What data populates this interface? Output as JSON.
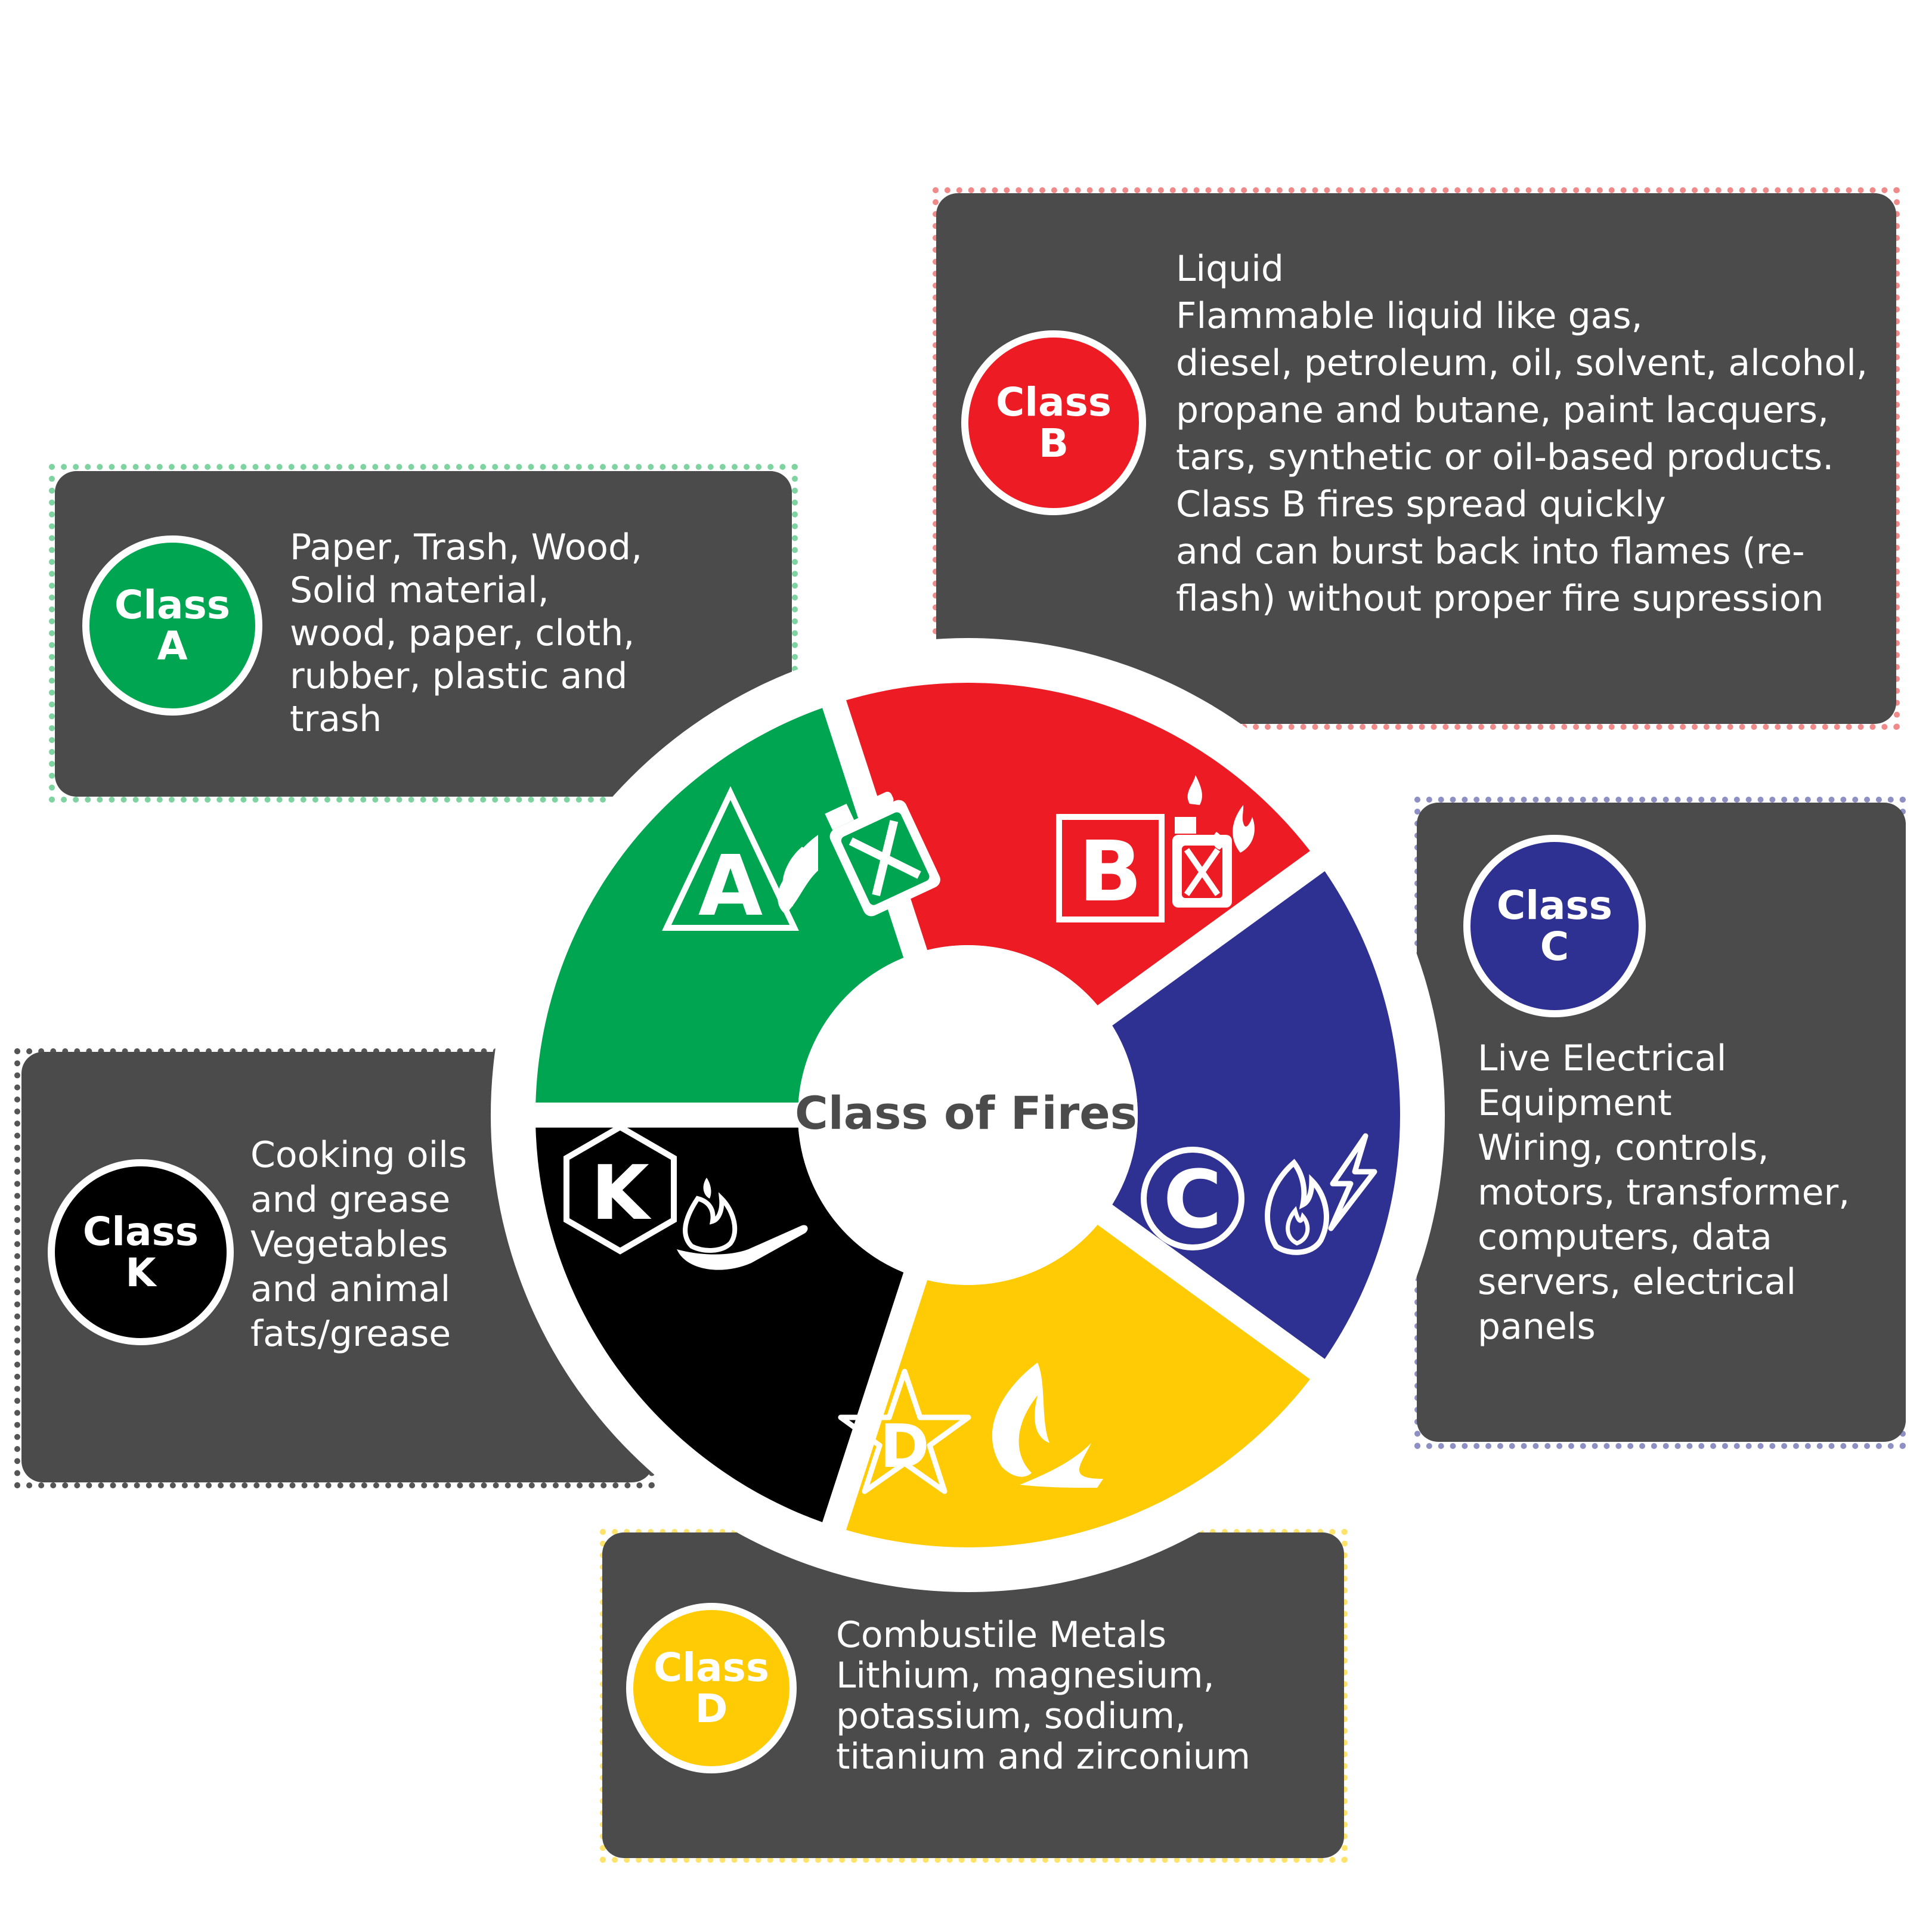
{
  "title": "Class of Fires",
  "colors": {
    "class_a": "#00a551",
    "class_b": "#ed1c24",
    "class_c": "#2e3192",
    "class_d": "#ffcb05",
    "class_k": "#000000",
    "panel": "#4b4b4b",
    "title_text": "#4b4b4b"
  },
  "classes": [
    {
      "id": "A",
      "badge_word": "Class",
      "badge_letter": "A",
      "segment_letter": "A",
      "symbol": "triangle",
      "icon": "burning-fuel-can-icon",
      "description": "Paper, Trash, Wood,\nSolid material,\nwood, paper, cloth,\nrubber, plastic and\ntrash"
    },
    {
      "id": "B",
      "badge_word": "Class",
      "badge_letter": "B",
      "segment_letter": "B",
      "symbol": "square",
      "icon": "fuel-can-flame-icon",
      "description": "Liquid\nFlammable liquid like gas,\ndiesel, petroleum, oil, solvent, alcohol,\npropane and butane, paint lacquers,\ntars, synthetic or oil-based products.\nClass B fires spread quickly\nand can burst back into flames (re-\nflash) without proper fire supression"
    },
    {
      "id": "C",
      "badge_word": "Class",
      "badge_letter": "C",
      "segment_letter": "C",
      "symbol": "circle",
      "icon": "electric-flame-icon",
      "description": "Live Electrical\nEquipment\nWiring, controls,\nmotors, transformer,\ncomputers, data\nservers, electrical\npanels"
    },
    {
      "id": "D",
      "badge_word": "Class",
      "badge_letter": "D",
      "segment_letter": "D",
      "symbol": "star",
      "icon": "metal-flame-icon",
      "description": "Combustile Metals\nLithium, magnesium,\npotassium, sodium,\ntitanium and zirconium"
    },
    {
      "id": "K",
      "badge_word": "Class",
      "badge_letter": "K",
      "segment_letter": "K",
      "symbol": "hexagon",
      "icon": "frying-pan-flame-icon",
      "description": "Cooking oils\nand grease\nVegetables\nand animal\nfats/grease"
    }
  ]
}
